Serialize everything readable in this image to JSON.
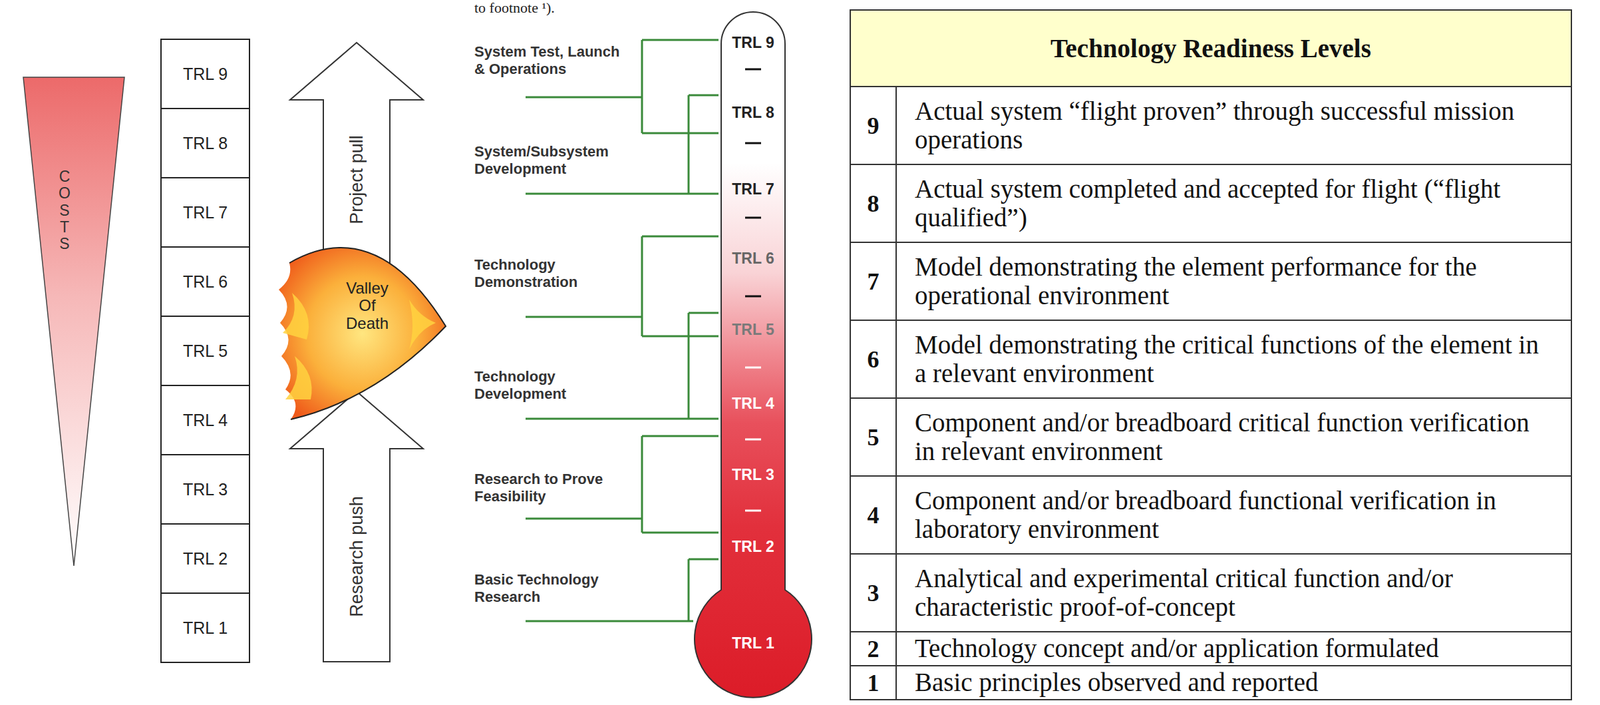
{
  "diagram": {
    "nodes": [
      {
        "text": [
          "COSTS"
        ]
      },
      {
        "text": [
          "TRL 9"
        ]
      },
      {
        "text": [
          "TRL 8"
        ]
      },
      {
        "text": [
          "TRL 7"
        ]
      },
      {
        "text": [
          "TRL 6"
        ]
      },
      {
        "text": [
          "TRL 5"
        ]
      },
      {
        "text": [
          "TRL 4"
        ]
      },
      {
        "text": [
          "TRL 3"
        ]
      },
      {
        "text": [
          "TRL 2"
        ]
      },
      {
        "text": [
          "TRL 1"
        ]
      },
      {
        "text": [
          "Project pull"
        ]
      },
      {
        "text": [
          "Valley Of Death"
        ]
      },
      {
        "text": [
          "Research push"
        ]
      },
      {
        "text": [
          "TRL 9",
          "TRL 8",
          "TRL 7",
          "TRL 6",
          "TRL 5",
          "TRL 4",
          "TRL 3",
          "TRL 2",
          "TRL 1"
        ]
      }
    ],
    "labels": [
      "to footnote ¹).",
      "System Test, Launch & Operations",
      "System/Subsystem Development",
      "Technology Demonstration",
      "Technology Development",
      "Research to Prove Feasibility",
      "Basic Technology Research",
      "Technology Readiness Levels",
      "9",
      "Actual system “flight proven” through successful mission operations",
      "8",
      "Actual system completed and accepted for flight (“flight qualified”)",
      "7",
      "Model demonstrating the element performance for the operational environment",
      "6",
      "Model demonstrating the critical functions of the element in a relevant environment",
      "5",
      "Component and/or breadboard critical function verification in relevant environment",
      "4",
      "Component and/or breadboard functional verification in laboratory environment",
      "3",
      "Analytical and experimental critical function and/or characteristic proof-of-concept",
      "2",
      "Technology concept and/or application formulated",
      "1",
      "Basic principles observed and reported"
    ]
  }
}
